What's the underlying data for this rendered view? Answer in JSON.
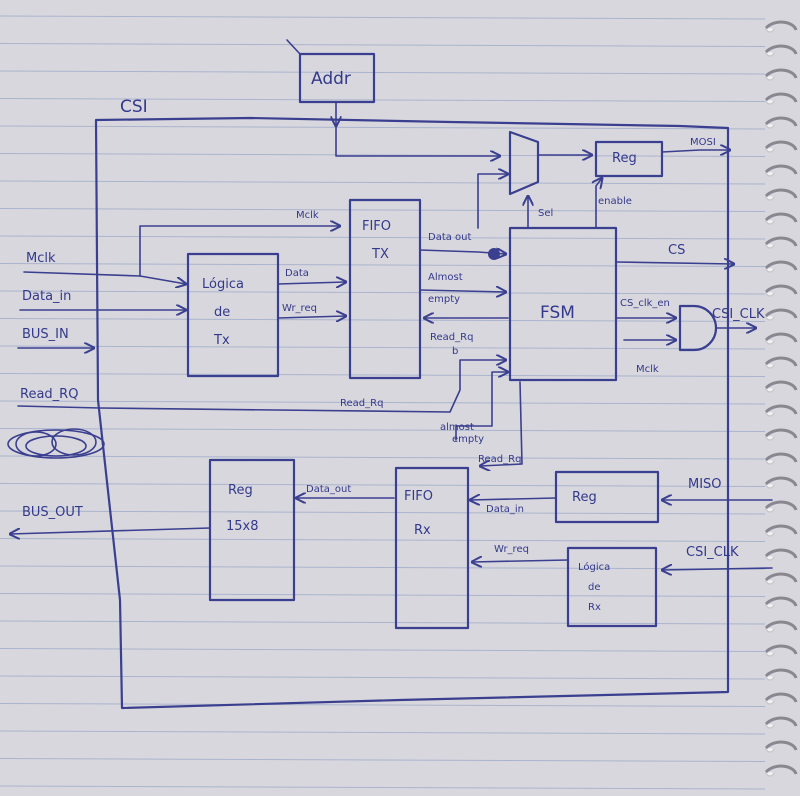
{
  "diagram": {
    "outer_label": "CSI",
    "blocks": {
      "addr": "Addr",
      "fifo_tx": [
        "FIFO",
        "TX"
      ],
      "logica_tx": [
        "Lógica",
        "de",
        "Tx"
      ],
      "fsm": "FSM",
      "reg_top": "Reg",
      "reg_out": [
        "Reg",
        "15x8"
      ],
      "fifo_rx": [
        "FIFO",
        "Rx"
      ],
      "reg_rx": "Reg",
      "logica_rx": [
        "Lógica",
        "de",
        "Rx"
      ]
    },
    "inputs": {
      "mclk": "Mclk",
      "data_in": "Data_in",
      "bus_in": "BUS_IN",
      "read_rq": "Read_RQ",
      "miso": "MISO",
      "csi_clk": "CSI_CLK"
    },
    "outputs": {
      "mosi": "MOSI",
      "cs": "CS",
      "csi_clk": "CSI_CLK",
      "bus_out": "BUS_OUT"
    },
    "signals": {
      "mclk_fifo": "Mclk",
      "data_tx": "Data",
      "wr_req_tx": "Wr_req",
      "data_out_tx": "Data out",
      "almost_empty": [
        "Almost",
        "empty"
      ],
      "read_rq_fsm": [
        "Read_Rq",
        "b"
      ],
      "read_rq_line": "Read_Rq",
      "sel": "Sel",
      "enable": "enable",
      "cs_clk_en": "CS_clk_en",
      "mclk_gate": "Mclk",
      "almost_empty_rx": [
        "almost",
        "empty"
      ],
      "read_rq_rx": "Read_Rq",
      "data_out_rx": "Data_out",
      "data_in_rx": "Data_in",
      "wr_req_rx": "Wr_req"
    }
  },
  "colors": {
    "ink": "#3a3f8f",
    "paper": "#d9d7de",
    "rule": "#a9b4cc"
  }
}
